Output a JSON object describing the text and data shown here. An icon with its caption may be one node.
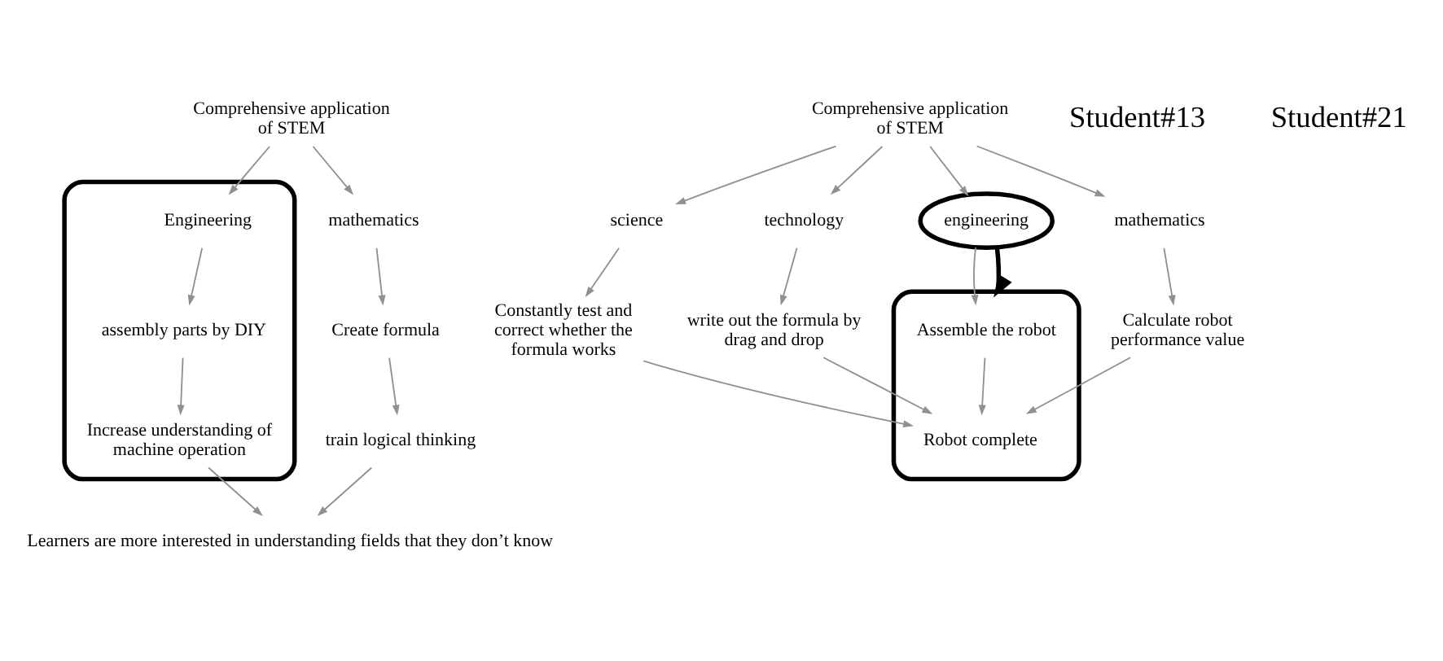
{
  "diagram": {
    "nodes": [
      {
        "text": [
          "Comprehensive application of STEM"
        ]
      },
      {
        "text": [],
        "shape": "ellipse"
      },
      {
        "text": [
          "Engineering"
        ],
        "in": 1
      },
      {
        "text": [
          "assembly parts by DIY"
        ],
        "in": 1
      },
      {
        "text": [
          "Increase understanding of machine operation"
        ],
        "in": 1
      },
      {
        "text": [
          "mathematics"
        ]
      },
      {
        "text": [
          "Create formula"
        ]
      },
      {
        "text": [
          "train logical thinking"
        ]
      },
      {
        "text": [
          "Learners are more interested in understanding fields that they don’t know"
        ]
      },
      {
        "text": [
          "Comprehensive application of STEM"
        ]
      },
      {
        "text": [
          "science"
        ]
      },
      {
        "text": [
          "technology"
        ]
      },
      {
        "text": [
          "engineering"
        ]
      },
      {
        "text": [
          "mathematics"
        ]
      },
      {
        "text": [
          "Constantly test and correct whether the formula works"
        ]
      },
      {
        "text": [
          "write out the formula by drag and drop"
        ]
      },
      {
        "text": [],
        "shape": "ellipse"
      },
      {
        "text": [
          "Assemble the robot"
        ],
        "in": 16
      },
      {
        "text": [
          "Robot complete"
        ],
        "in": 16
      },
      {
        "text": [
          "Calculate robot performance value"
        ]
      }
    ],
    "edges": [
      {
        "from": 0,
        "to": 2,
        "arrow": "to"
      },
      {
        "from": 0,
        "to": 5,
        "arrow": "to"
      },
      {
        "from": 2,
        "to": 3,
        "arrow": "to"
      },
      {
        "from": 3,
        "to": 4,
        "arrow": "to"
      },
      {
        "from": 5,
        "to": 6,
        "arrow": "to"
      },
      {
        "from": 6,
        "to": 7,
        "arrow": "to"
      },
      {
        "from": 4,
        "to": 8,
        "arrow": "to"
      },
      {
        "from": 7,
        "to": 8,
        "arrow": "to"
      },
      {
        "from": 9,
        "to": 10,
        "arrow": "to"
      },
      {
        "from": 9,
        "to": 11,
        "arrow": "to"
      },
      {
        "from": 9,
        "to": 12,
        "arrow": "to"
      },
      {
        "from": 9,
        "to": 13,
        "arrow": "to"
      },
      {
        "from": 10,
        "to": 14,
        "arrow": "to"
      },
      {
        "from": 11,
        "to": 15,
        "arrow": "to"
      },
      {
        "from": 12,
        "to": 17,
        "arrow": "to"
      },
      {
        "from": 12,
        "to": 16,
        "arrow": "to",
        "style": "thick",
        "color": "#000000"
      },
      {
        "from": 13,
        "to": 19,
        "arrow": "to"
      },
      {
        "from": 14,
        "to": 18,
        "arrow": "to"
      },
      {
        "from": 15,
        "to": 18,
        "arrow": "to"
      },
      {
        "from": 17,
        "to": 18,
        "arrow": "to"
      },
      {
        "from": 19,
        "to": 18,
        "arrow": "to"
      }
    ],
    "labels": [
      "Student#13",
      "Student#21"
    ]
  }
}
